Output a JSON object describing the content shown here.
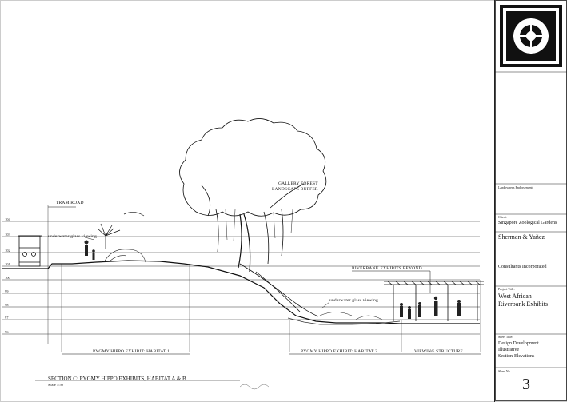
{
  "labels": {
    "tram_road": "TRAM ROAD",
    "underwater_glass_1": "underwater glass viewing",
    "gallery_forest_1": "GALLERY FOREST",
    "gallery_forest_2": "LANDSCAPE BUFFER",
    "riverbank_beyond": "RIVERBANK EXHIBITS BEYOND",
    "underwater_glass_2": "underwater glass viewing",
    "habitat_1": "PYGMY HIPPO EXHIBIT: HABITAT 1",
    "habitat_2": "PYGMY HIPPO EXHIBIT: HABITAT 2",
    "viewing_structure": "VIEWING STRUCTURE",
    "section_title": "SECTION C: PYGMY HIPPO EXHIBITS,  HABITAT A & B",
    "scale": "Scale 1:50"
  },
  "elevations": [
    "104",
    "103",
    "102",
    "101",
    "100",
    "99",
    "98",
    "97",
    "96"
  ],
  "title_block": {
    "consultants_label": "Landowner's Endorsements",
    "client_label": "Client:",
    "client_name": "Singapore Zoological Gardens",
    "firm_1": "Sherman & Yañez",
    "firm_2": "Consultants Incorporated",
    "project_label": "Project Title:",
    "project_title_1": "West African",
    "project_title_2": "Riverbank Exhibits",
    "sheet_label": "Sheet Title:",
    "sheet_title_1": "Design Development",
    "sheet_title_2": "Illustrative",
    "sheet_title_3": "Section-Elevations",
    "sheet_no_label": "Sheet No.",
    "sheet_number": "3"
  }
}
